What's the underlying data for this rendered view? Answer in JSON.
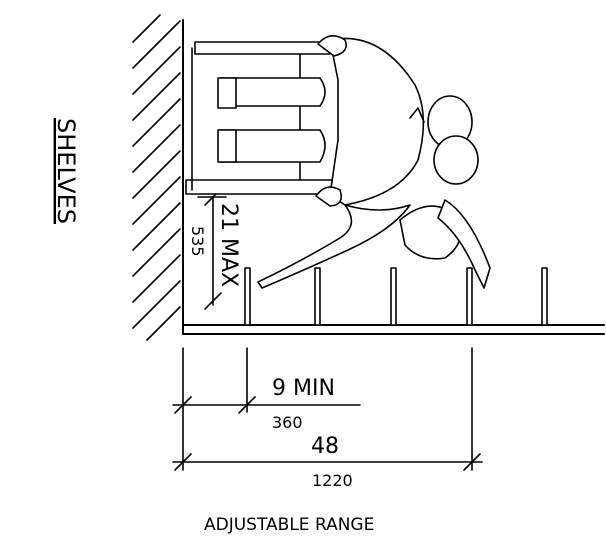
{
  "side_label": "SHELVES",
  "height_dimension": {
    "imperial": "21 MAX",
    "metric": "535"
  },
  "min_dimension": {
    "imperial": "9 MIN",
    "metric": "360"
  },
  "range_dimension": {
    "imperial": "48",
    "metric": "1220"
  },
  "caption": "ADJUSTABLE RANGE"
}
